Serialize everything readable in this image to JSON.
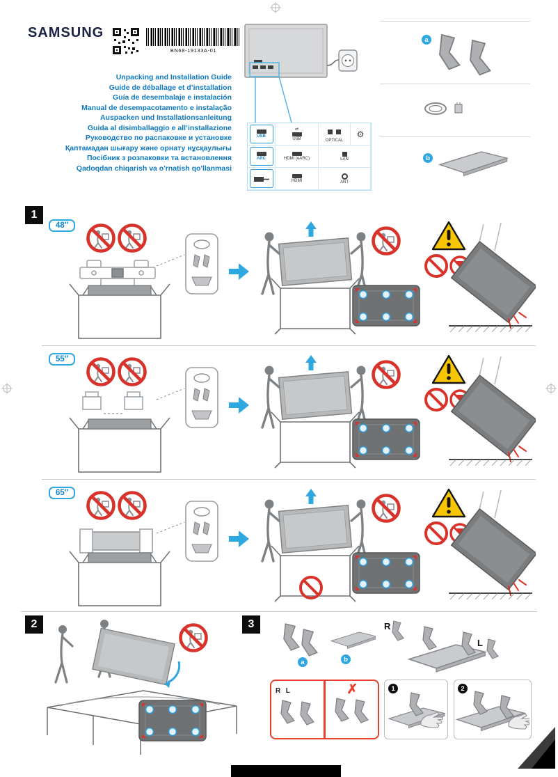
{
  "header": {
    "brand": "SAMSUNG",
    "part_number": "BN68-19133A-01",
    "titles": [
      "Unpacking and Installation Guide",
      "Guide de déballage et d’installation",
      "Guía de desembalaje e instalación",
      "Manual de desempacotamento e instalação",
      "Auspacken und Installationsanleitung",
      "Guida al disimballaggio e all’installazione",
      "Руководство по распаковке и установке",
      "Қаптамадан шығару және орнату нұсқаулығы",
      "Посібник з розпаковки та встановлення",
      "Qadoqdan chiqarish va o'rnatish qo'llanmasi"
    ],
    "part_a": "a",
    "part_b": "b"
  },
  "ports": {
    "usb_label": "USB",
    "usb_data_label": "USB",
    "optical_label": "OPTICAL",
    "arc_label": "ARC",
    "hdmi_earc_label": "HDMI (eARC)",
    "lan_label": "LAN",
    "hdmi_label": "HDMI",
    "ant_label": "ANT"
  },
  "icons": {
    "settings_gear": "⚙",
    "usb_arrows": "⇄"
  },
  "sections": {
    "one": {
      "number": "1",
      "rows": [
        {
          "size": "48″"
        },
        {
          "size": "55″"
        },
        {
          "size": "65″"
        }
      ]
    },
    "two": {
      "number": "2"
    },
    "three": {
      "number": "3",
      "part_a": "a",
      "part_b": "b",
      "right_label": "R",
      "left_label": "L",
      "warn_r": "R",
      "warn_l": "L",
      "wrong_mark": "✗",
      "step1": "1",
      "step2": "2"
    }
  },
  "colors": {
    "accent_blue": "#2fa7e0",
    "title_blue": "#0d7ac1",
    "prohibition_red": "#d7332a",
    "warning_yellow": "#f8c600",
    "brand_navy": "#1b2444"
  }
}
